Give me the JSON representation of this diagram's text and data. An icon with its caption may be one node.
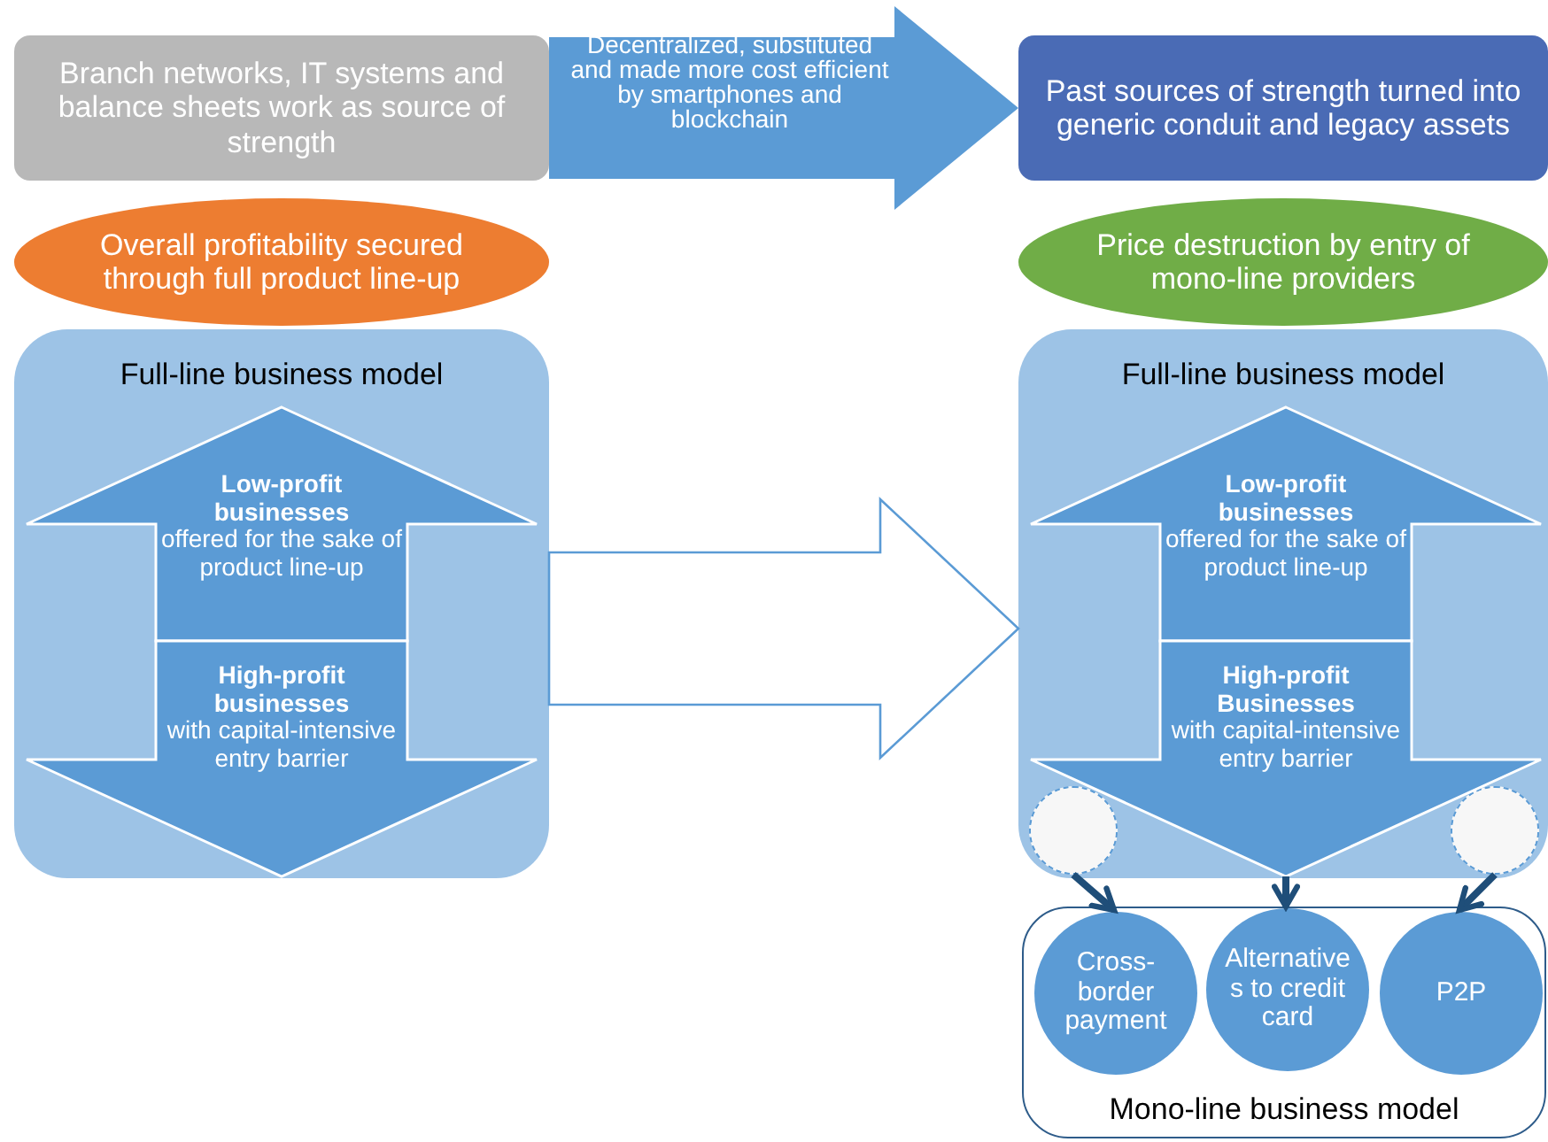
{
  "diagram": {
    "nodes": [
      {
        "text": [
          "Branch networks, IT systems and balance sheets work as source of strength"
        ]
      },
      {
        "text": [
          "Overall profitability secured through full product line-up"
        ]
      },
      {
        "text": [
          "Past sources of strength turned into generic conduit and legacy assets"
        ]
      },
      {
        "text": [
          "Price destruction by entry of mono-line providers"
        ]
      },
      {
        "text": [
          "Full-line business model"
        ]
      },
      {
        "text": [
          "Low-profit businesses",
          "offered for the sake of product line-up"
        ],
        "in": 4
      },
      {
        "text": [
          "High-profit businesses",
          "with capital-intensive entry barrier"
        ],
        "in": 4
      },
      {
        "text": [
          "Full-line business model"
        ]
      },
      {
        "text": [
          "Low-profit businesses",
          "offered for the sake of product line-up"
        ],
        "in": 7
      },
      {
        "text": [
          "High-profit Businesses",
          "with capital-intensive entry barrier"
        ],
        "in": 7
      },
      {
        "text": [],
        "shape": "circle",
        "in": 7
      },
      {
        "text": [],
        "shape": "circle",
        "in": 7
      },
      {
        "text": [
          "Mono-line business model"
        ]
      },
      {
        "text": [
          "Cross-border payment"
        ],
        "in": 12
      },
      {
        "text": [
          "Alternatives to credit card"
        ],
        "in": 12
      },
      {
        "text": [
          "P2P"
        ],
        "in": 12
      }
    ],
    "edges": [
      {
        "from": 0,
        "to": 2,
        "arrow": "to",
        "label": "Decentralized, substituted and made more cost efficient by smartphones and blockchain"
      },
      {
        "from": 4,
        "to": 7,
        "arrow": "to"
      },
      {
        "from": 10,
        "to": 13,
        "arrow": "to"
      },
      {
        "from": 9,
        "to": 14,
        "arrow": "to"
      },
      {
        "from": 11,
        "to": 15,
        "arrow": "to"
      }
    ]
  }
}
